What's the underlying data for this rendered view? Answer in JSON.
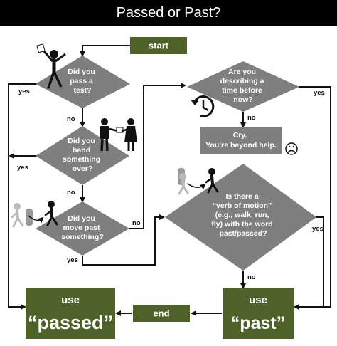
{
  "title": "Passed or Past?",
  "nodes": {
    "start": "start",
    "q_test": [
      "Did you",
      "pass a",
      "test?"
    ],
    "q_hand": [
      "Did you",
      "hand",
      "something",
      "over?"
    ],
    "q_move": [
      "Did you",
      "move past",
      "something?"
    ],
    "q_time": [
      "Are you",
      "describing a",
      "time before",
      "now?"
    ],
    "cry": [
      "Cry.",
      "You’re beyond help."
    ],
    "q_motion": [
      "Is there a",
      "“verb of motion”",
      "(e.g., walk, run,",
      "fly) with the word",
      "past/passed?"
    ],
    "use_passed": {
      "top": "use",
      "word": "“passed”"
    },
    "use_past": {
      "top": "use",
      "word": "“past”"
    },
    "end": "end"
  },
  "labels": {
    "yes": "yes",
    "no": "no"
  },
  "colors": {
    "diamond": "#7f7f7f",
    "box_green": "#4e6128",
    "title_bg": "#000000"
  },
  "icons": [
    "cheering-person-icon",
    "handing-over-icon",
    "walking-past-icon",
    "clock-back-icon",
    "sad-face-icon"
  ]
}
